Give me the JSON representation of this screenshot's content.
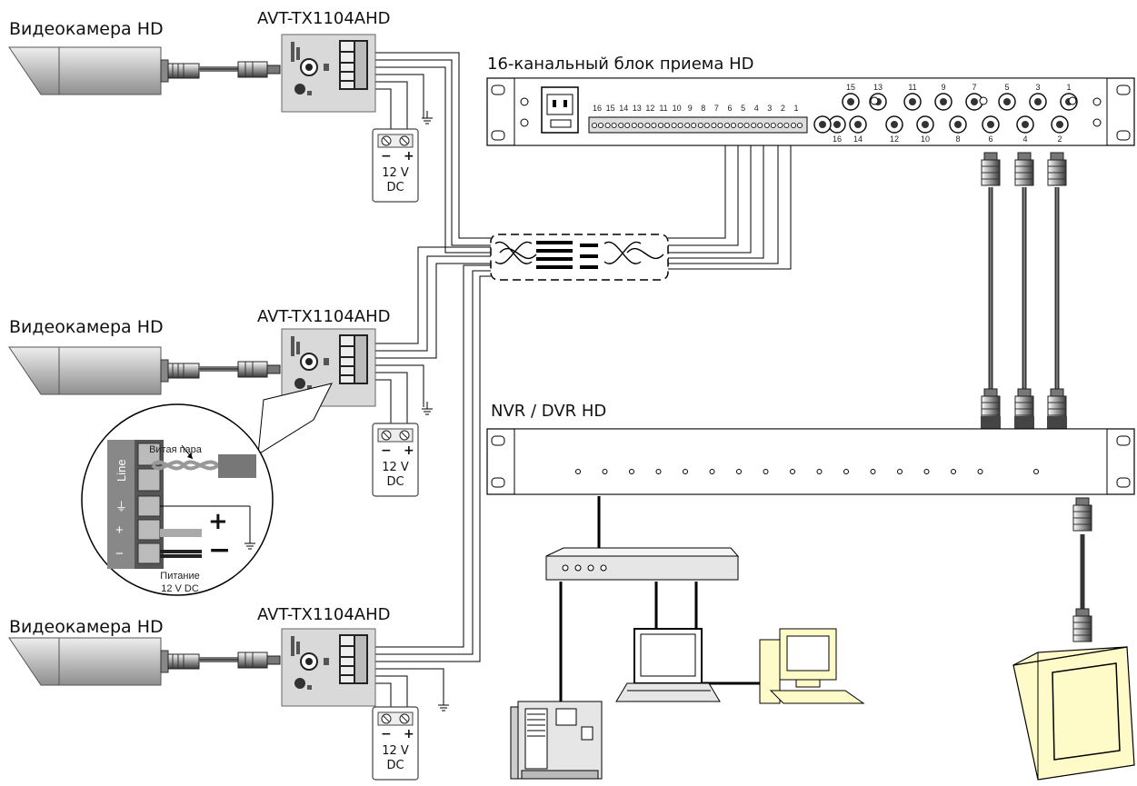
{
  "cameras": [
    {
      "label": "Видеокамера HD",
      "transmitter": "AVT-TX1104AHD",
      "psu": {
        "minus": "−",
        "plus": "+",
        "voltage": "12 V",
        "type": "DC"
      }
    },
    {
      "label": "Видеокамера HD",
      "transmitter": "AVT-TX1104AHD",
      "psu": {
        "minus": "−",
        "plus": "+",
        "voltage": "12 V",
        "type": "DC"
      }
    },
    {
      "label": "Видеокамера HD",
      "transmitter": "AVT-TX1104AHD",
      "psu": {
        "minus": "−",
        "plus": "+",
        "voltage": "12 V",
        "type": "DC"
      }
    }
  ],
  "receiver": {
    "title": "16-канальный блок приема HD",
    "terminal_numbers": [
      "16",
      "15",
      "14",
      "13",
      "12",
      "11",
      "10",
      "9",
      "8",
      "7",
      "6",
      "5",
      "4",
      "3",
      "2",
      "1"
    ],
    "bnc_top": [
      "15",
      "13",
      "11",
      "9",
      "7",
      "5",
      "3",
      "1"
    ],
    "bnc_bottom": [
      "16",
      "14",
      "12",
      "10",
      "8",
      "6",
      "4",
      "2"
    ]
  },
  "recorder": {
    "title": "NVR / DVR HD"
  },
  "detail": {
    "twisted_pair": "Витая пара",
    "terminal_line": "Line",
    "terminal_ground": "⏚",
    "terminal_plus": "+",
    "terminal_minus": "−",
    "sign_plus": "+",
    "sign_minus": "−",
    "power_line1": "Питание",
    "power_line2": "12 V DC"
  },
  "colors": {
    "device": "#d9d9d9",
    "monitor": "#fffbc8",
    "line": "#000000"
  }
}
